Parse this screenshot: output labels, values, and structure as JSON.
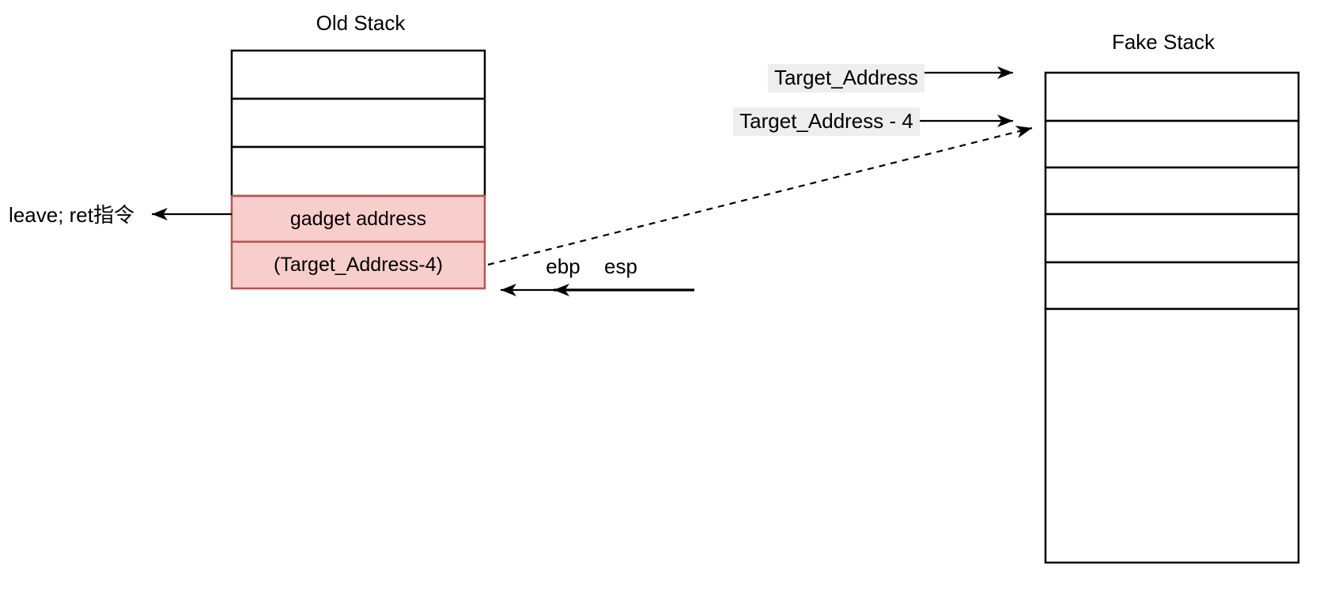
{
  "old_stack": {
    "title": "Old Stack",
    "cells": [
      "",
      "",
      "",
      "gadget address",
      "(Target_Address-4)"
    ]
  },
  "fake_stack": {
    "title": "Fake Stack",
    "cells": [
      "",
      "",
      "",
      "",
      "",
      ""
    ]
  },
  "annotations": {
    "leave_ret": "leave; ret指令",
    "ebp": "ebp",
    "esp": "esp",
    "target_address": "Target_Address",
    "target_address_minus_4": "Target_Address - 4"
  },
  "colors": {
    "cell_highlight_fill": "#f8cecc",
    "cell_highlight_stroke": "#b85450",
    "cell_stroke": "#000000",
    "label_background": "#eeeeee",
    "arrow_color": "#000000"
  }
}
